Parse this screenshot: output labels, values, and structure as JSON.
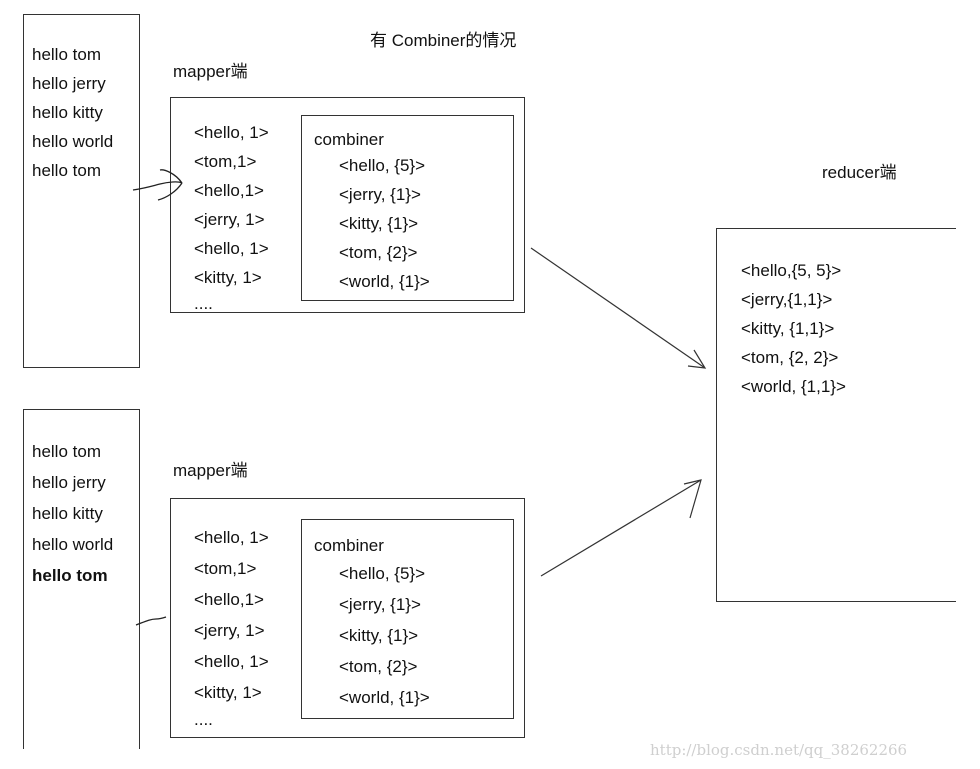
{
  "title": "有 Combiner的情况",
  "input_top": [
    "hello tom",
    "hello jerry",
    "hello kitty",
    "hello world",
    "hello tom"
  ],
  "input_bottom": [
    "hello tom",
    "hello jerry",
    "hello kitty",
    "hello world",
    "hello tom"
  ],
  "mapper_label": "mapper端",
  "mapper_pairs": [
    "<hello, 1>",
    "<tom,1>",
    "<hello,1>",
    "<jerry, 1>",
    "<hello, 1>",
    "<kitty, 1>",
    "...."
  ],
  "combiner_label": "combiner",
  "combiner_pairs": [
    "<hello, {5}>",
    "<jerry, {1}>",
    "<kitty, {1}>",
    "<tom, {2}>",
    "<world, {1}>"
  ],
  "reducer_label": "reducer端",
  "reducer_pairs": [
    "<hello,{5, 5}>",
    "<jerry,{1,1}>",
    "<kitty, {1,1}>",
    "<tom, {2, 2}>",
    "<world, {1,1}>"
  ],
  "watermark": "http://blog.csdn.net/qq_38262266"
}
